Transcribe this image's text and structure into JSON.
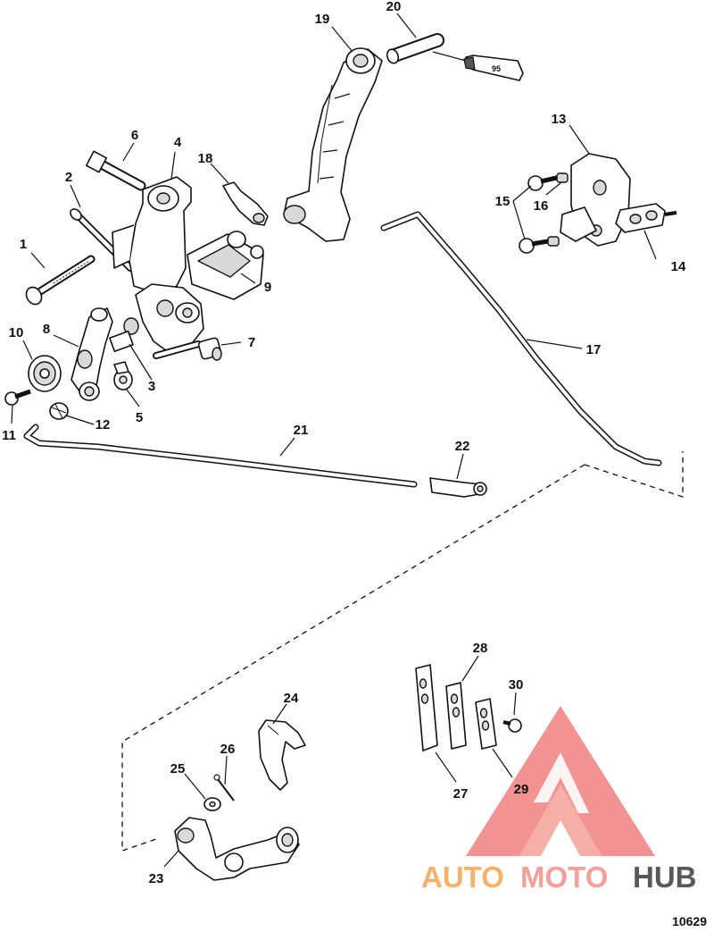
{
  "figure_number": "10629",
  "sealant_tube_label": "95",
  "watermark": {
    "part1": "AUTO",
    "part2": "MOTO",
    "part3": "HUB",
    "color1": "#f6b26b",
    "color2": "#f4a09a",
    "color3": "#595959",
    "triangle_color": "#f08080"
  },
  "callouts": [
    "1",
    "2",
    "3",
    "4",
    "5",
    "6",
    "7",
    "8",
    "9",
    "10",
    "11",
    "12",
    "13",
    "14",
    "15",
    "16",
    "17",
    "18",
    "19",
    "20",
    "21",
    "22",
    "23",
    "24",
    "25",
    "26",
    "27",
    "28",
    "29",
    "30"
  ]
}
